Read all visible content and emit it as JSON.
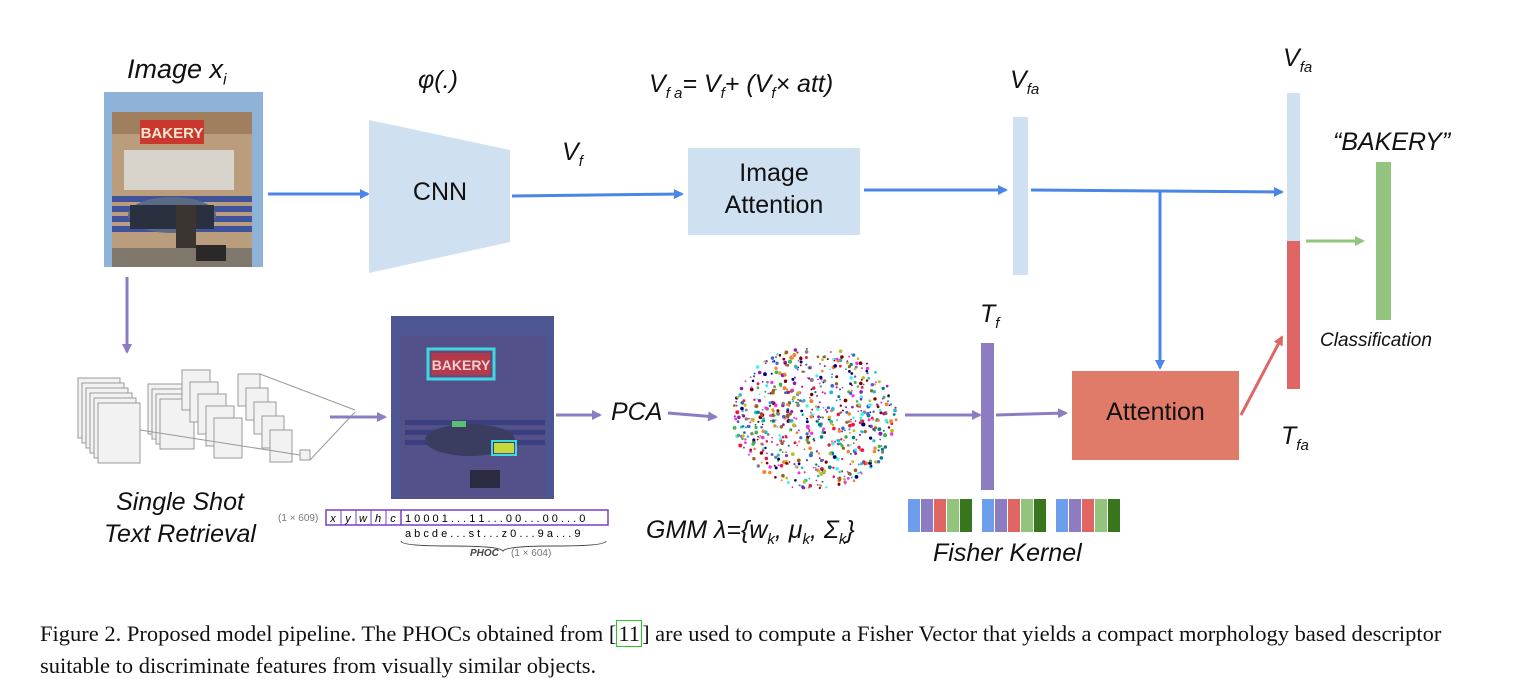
{
  "labels": {
    "image": "Image x",
    "image_sub": "i",
    "phi": "φ(.)",
    "cnn": "CNN",
    "vf": "V",
    "vf_sub": "f",
    "formula_vfa": "V",
    "formula_vfa_sub": "f a",
    "formula_rest_1": "= V",
    "formula_rest_2": "+ (V",
    "formula_rest_3": "× att)",
    "image_attention_line1": "Image",
    "image_attention_line2": "Attention",
    "vfa": "V",
    "vfa_sub": "fa",
    "bakery": "“BAKERY”",
    "classification": "Classification",
    "tf": "T",
    "tf_sub": "f",
    "tfa": "T",
    "tfa_sub": "fa",
    "attention": "Attention",
    "pca": "PCA",
    "gmm": "GMM λ={w",
    "gmm_k1": "k",
    "gmm_mu": ", μ",
    "gmm_k2": "k",
    "gmm_sigma": ", Σ",
    "gmm_k3": "k",
    "gmm_close": "}",
    "fisher_kernel": "Fisher Kernel",
    "ssr_line1": "Single Shot",
    "ssr_line2": "Text Retrieval",
    "bakery_sign": "BAKERY"
  },
  "phoc": {
    "dims1": "(1 × 609)",
    "cells": [
      "x",
      "y",
      "w",
      "h",
      "c"
    ],
    "bits": "1 0 0 0 1 . . . 1 1 . . . 0 0 . . . 0 0 . . . 0",
    "letters": "a b c d e . . . s t . . . z 0 . . . 9 a . . . 9",
    "name": "PHOC",
    "dims2": "(1 × 604)"
  },
  "caption": {
    "prefix": "Figure 2. Proposed model pipeline. The PHOCs obtained from [",
    "ref": "11",
    "suffix": "] are used to compute a Fisher Vector that yields a compact morphology based descriptor suitable to discriminate features from visually similar objects."
  },
  "colors": {
    "light_blue": "#cfe0f0",
    "arrow_blue": "#4a86e8",
    "purple": "#8e7cc3",
    "red": "#e06666",
    "salmon": "#e07b6a",
    "green": "#93c47d"
  },
  "fisher_bars": [
    "#6d9eeb",
    "#8e7cc3",
    "#e06666",
    "#93c47d",
    "#38761d"
  ]
}
